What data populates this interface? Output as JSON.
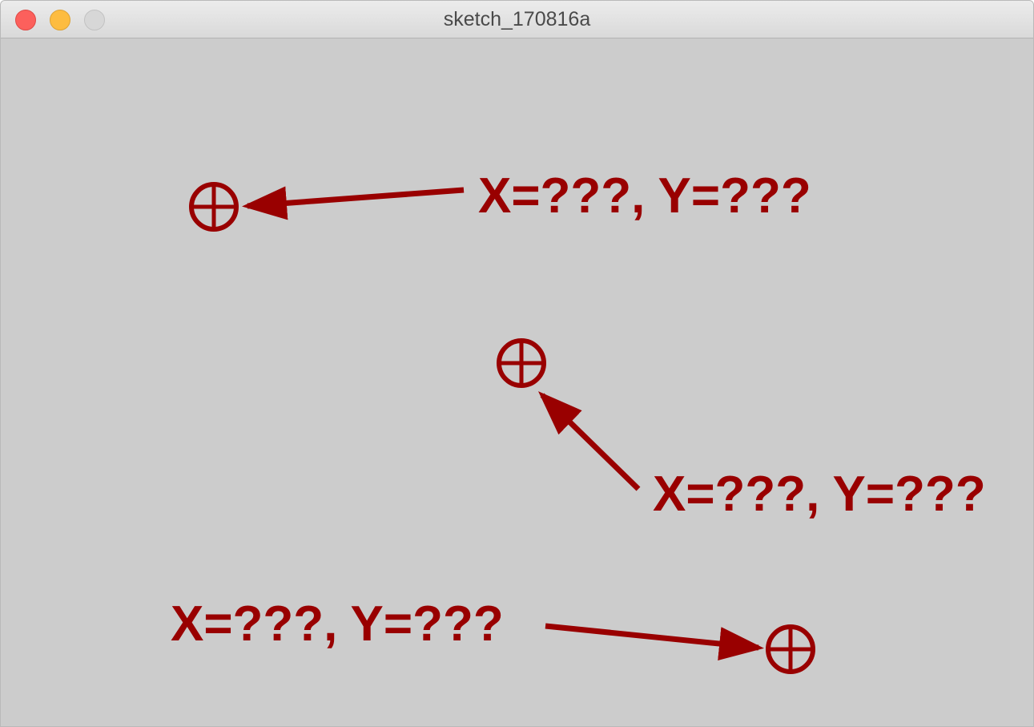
{
  "window": {
    "title": "sketch_170816a"
  },
  "colors": {
    "annotation": "#990000",
    "canvas_background": "#cccccc"
  },
  "icons": {
    "target": "crosshair-circle-icon",
    "pointer": "arrow-icon"
  },
  "annotations": [
    {
      "label": "X=???, Y=???"
    },
    {
      "label": "X=???, Y=???"
    },
    {
      "label": "X=???, Y=???"
    }
  ]
}
